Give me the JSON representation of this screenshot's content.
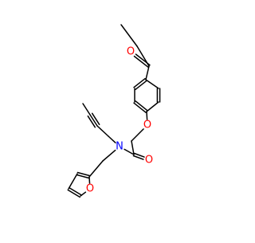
{
  "molecule": {
    "atoms": [
      {
        "id": "a1",
        "element": "C",
        "label": ""
      },
      {
        "id": "a2",
        "element": "C",
        "label": ""
      },
      {
        "id": "a3",
        "element": "C",
        "label": ""
      },
      {
        "id": "a4",
        "element": "O",
        "label": "O",
        "color": "#ff0000"
      },
      {
        "id": "a5",
        "element": "C",
        "label": ""
      },
      {
        "id": "a6",
        "element": "C",
        "label": ""
      },
      {
        "id": "a7",
        "element": "C",
        "label": ""
      },
      {
        "id": "a8",
        "element": "C",
        "label": ""
      },
      {
        "id": "a9",
        "element": "C",
        "label": ""
      },
      {
        "id": "a10",
        "element": "C",
        "label": ""
      },
      {
        "id": "a11",
        "element": "O",
        "label": "O",
        "color": "#ff0000"
      },
      {
        "id": "a12",
        "element": "C",
        "label": ""
      },
      {
        "id": "a13",
        "element": "C",
        "label": ""
      },
      {
        "id": "a14",
        "element": "O",
        "label": "O",
        "color": "#ff0000"
      },
      {
        "id": "a15",
        "element": "N",
        "label": "N",
        "color": "#0000ff"
      },
      {
        "id": "a16",
        "element": "C",
        "label": ""
      },
      {
        "id": "a17",
        "element": "C",
        "label": ""
      },
      {
        "id": "a18",
        "element": "C",
        "label": ""
      },
      {
        "id": "a19",
        "element": "C",
        "label": ""
      },
      {
        "id": "a20",
        "element": "C",
        "label": ""
      },
      {
        "id": "a21",
        "element": "C",
        "label": ""
      },
      {
        "id": "a22",
        "element": "C",
        "label": ""
      },
      {
        "id": "a23",
        "element": "C",
        "label": ""
      },
      {
        "id": "a24",
        "element": "C",
        "label": ""
      },
      {
        "id": "a25",
        "element": "O",
        "label": "O",
        "color": "#ff0000"
      }
    ],
    "bonds": [
      {
        "from": "a1",
        "to": "a2",
        "order": 1
      },
      {
        "from": "a2",
        "to": "a3",
        "order": 1
      },
      {
        "from": "a3",
        "to": "a4",
        "order": 2
      },
      {
        "from": "a3",
        "to": "a5",
        "order": 1
      },
      {
        "from": "a5",
        "to": "a6",
        "order": 2
      },
      {
        "from": "a6",
        "to": "a7",
        "order": 1
      },
      {
        "from": "a7",
        "to": "a8",
        "order": 2
      },
      {
        "from": "a8",
        "to": "a9",
        "order": 1
      },
      {
        "from": "a9",
        "to": "a10",
        "order": 2
      },
      {
        "from": "a10",
        "to": "a5",
        "order": 1
      },
      {
        "from": "a8",
        "to": "a11",
        "order": 1
      },
      {
        "from": "a11",
        "to": "a12",
        "order": 1
      },
      {
        "from": "a12",
        "to": "a13",
        "order": 1
      },
      {
        "from": "a13",
        "to": "a14",
        "order": 2
      },
      {
        "from": "a13",
        "to": "a15",
        "order": 1
      },
      {
        "from": "a15",
        "to": "a16",
        "order": 1
      },
      {
        "from": "a16",
        "to": "a17",
        "order": 1
      },
      {
        "from": "a17",
        "to": "a18",
        "order": 3
      },
      {
        "from": "a18",
        "to": "a19",
        "order": 1
      },
      {
        "from": "a15",
        "to": "a20",
        "order": 1
      },
      {
        "from": "a20",
        "to": "a21",
        "order": 1
      },
      {
        "from": "a21",
        "to": "a22",
        "order": 2
      },
      {
        "from": "a22",
        "to": "a23",
        "order": 1
      },
      {
        "from": "a23",
        "to": "a24",
        "order": 2
      },
      {
        "from": "a24",
        "to": "a25",
        "order": 1
      },
      {
        "from": "a25",
        "to": "a21",
        "order": 1
      }
    ],
    "colors": {
      "bond": "#000000",
      "oxygen": "#ff0000",
      "nitrogen": "#0000ff",
      "background": "#ffffff"
    }
  }
}
